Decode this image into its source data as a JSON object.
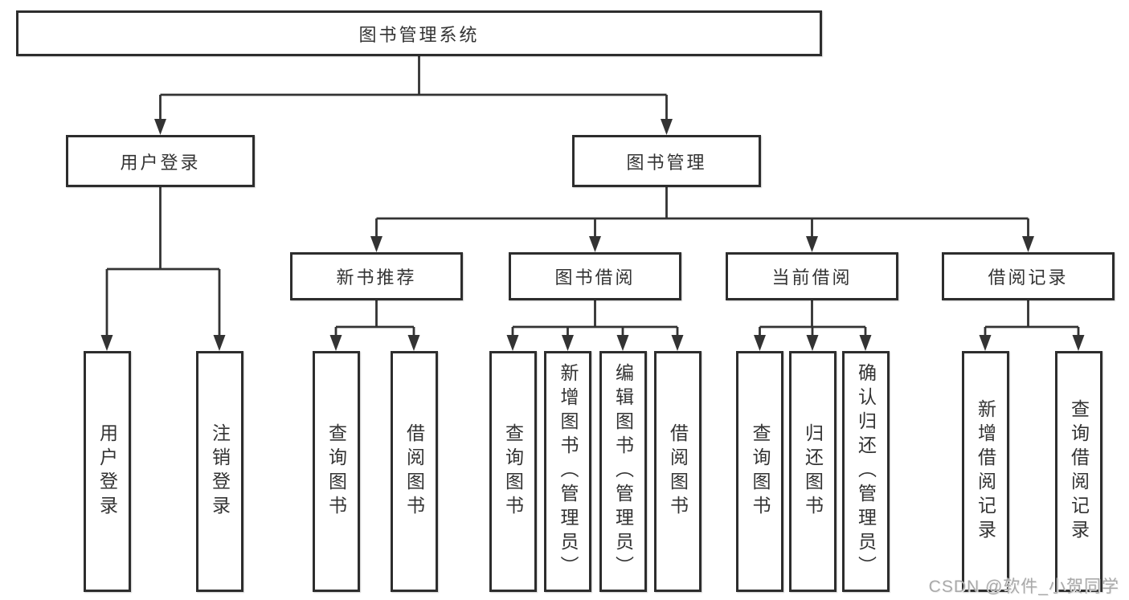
{
  "diagram": {
    "title": "图书管理系统",
    "branches": [
      {
        "label": "用户登录",
        "children": [
          {
            "label": "用户登录"
          },
          {
            "label": "注销登录"
          }
        ]
      },
      {
        "label": "图书管理",
        "children": [
          {
            "label": "新书推荐",
            "children": [
              {
                "label": "查询图书"
              },
              {
                "label": "借阅图书"
              }
            ]
          },
          {
            "label": "图书借阅",
            "children": [
              {
                "label": "查询图书"
              },
              {
                "label": "新增图书（管理员）"
              },
              {
                "label": "编辑图书（管理员）"
              },
              {
                "label": "借阅图书"
              }
            ]
          },
          {
            "label": "当前借阅",
            "children": [
              {
                "label": "查询图书"
              },
              {
                "label": "归还图书"
              },
              {
                "label": "确认归还（管理员）"
              }
            ]
          },
          {
            "label": "借阅记录",
            "children": [
              {
                "label": "新增借阅记录"
              },
              {
                "label": "查询借阅记录"
              }
            ]
          }
        ]
      }
    ]
  },
  "watermark": "CSDN @软件_小贺同学",
  "colors": {
    "line": "#333333",
    "border": "#2d2d2d",
    "text": "#333333",
    "watermark": "#a9a9a9",
    "background": "#ffffff"
  }
}
